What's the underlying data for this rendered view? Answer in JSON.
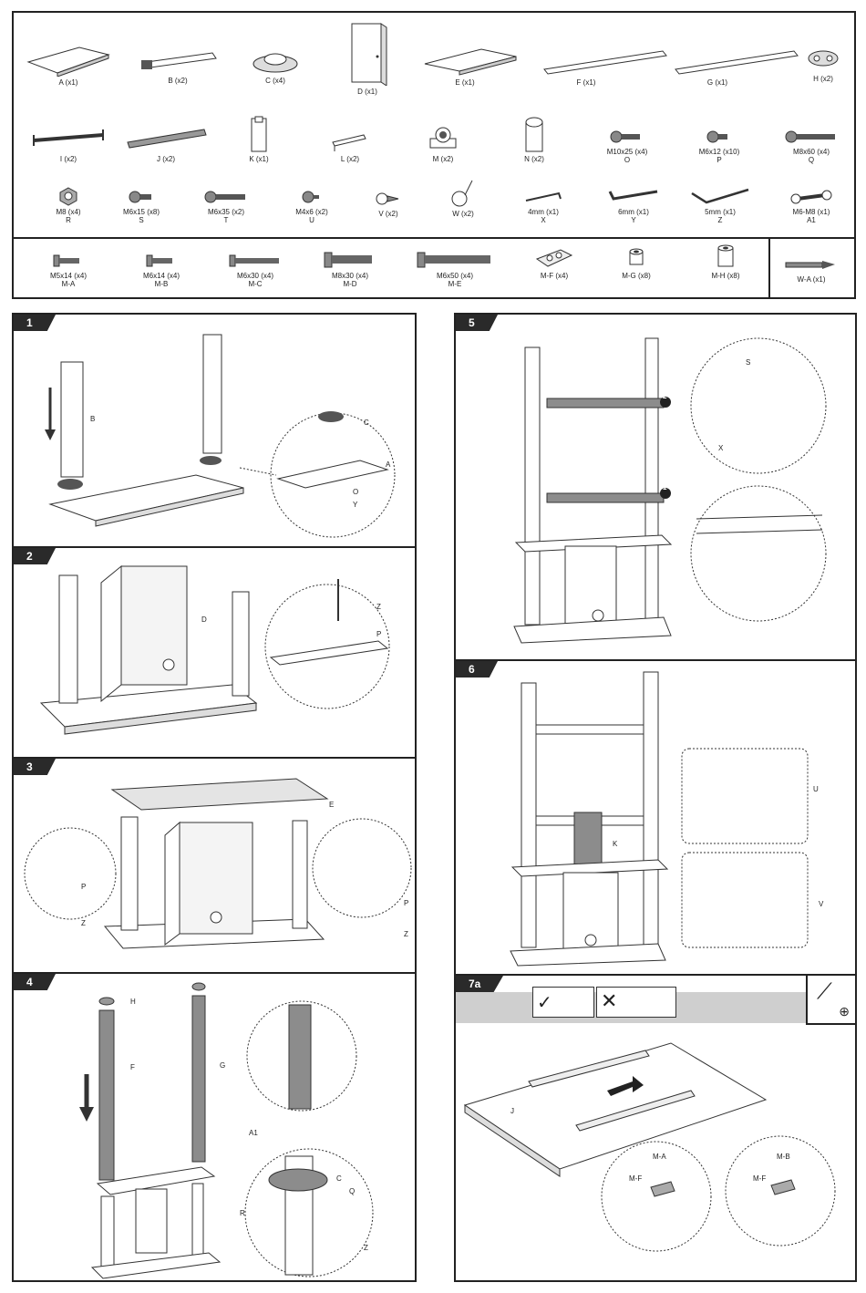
{
  "parts_top": [
    {
      "label": "A (x1)"
    },
    {
      "label": "B (x2)"
    },
    {
      "label": "C (x4)"
    },
    {
      "label": "D (x1)"
    },
    {
      "label": "E (x1)"
    },
    {
      "label": "F (x1)"
    },
    {
      "label": "G (x1)"
    },
    {
      "label": "H (x2)"
    },
    {
      "label": "I (x2)"
    },
    {
      "label": "J (x2)"
    },
    {
      "label": "K (x1)"
    },
    {
      "label": "L (x2)"
    },
    {
      "label": "M (x2)"
    },
    {
      "label": "N (x2)"
    },
    {
      "label": "M10x25 (x4)",
      "sub": "O"
    },
    {
      "label": "M6x12 (x10)",
      "sub": "P"
    },
    {
      "label": "M8x60 (x4)",
      "sub": "Q"
    },
    {
      "label": "M8 (x4)",
      "sub": "R"
    },
    {
      "label": "M6x15 (x8)",
      "sub": "S"
    },
    {
      "label": "M6x35 (x2)",
      "sub": "T"
    },
    {
      "label": "M4x6 (x2)",
      "sub": "U"
    },
    {
      "label": "V (x2)"
    },
    {
      "label": "W (x2)"
    },
    {
      "label": "4mm (x1)",
      "sub": "X"
    },
    {
      "label": "6mm (x1)",
      "sub": "Y"
    },
    {
      "label": "5mm (x1)",
      "sub": "Z"
    },
    {
      "label": "M6-M8 (x1)",
      "sub": "A1"
    }
  ],
  "parts_bottom": [
    {
      "label": "M5x14 (x4)",
      "sub": "M-A"
    },
    {
      "label": "M6x14 (x4)",
      "sub": "M-B"
    },
    {
      "label": "M6x30 (x4)",
      "sub": "M-C"
    },
    {
      "label": "M8x30 (x4)",
      "sub": "M-D"
    },
    {
      "label": "M6x50 (x4)",
      "sub": "M-E"
    },
    {
      "label": "M-F (x4)"
    },
    {
      "label": "M-G (x8)"
    },
    {
      "label": "M-H (x8)"
    },
    {
      "label": "W-A (x1)"
    }
  ],
  "steps": {
    "s1": {
      "num": "1",
      "callouts": [
        "B",
        "C",
        "A",
        "O",
        "Y"
      ]
    },
    "s2": {
      "num": "2",
      "callouts": [
        "D",
        "Z",
        "P"
      ]
    },
    "s3": {
      "num": "3",
      "callouts": [
        "E",
        "P",
        "Z",
        "P",
        "Z"
      ]
    },
    "s4": {
      "num": "4",
      "callouts": [
        "H",
        "F",
        "G",
        "A1",
        "C",
        "Q",
        "R",
        "Z"
      ]
    },
    "s5": {
      "num": "5",
      "callouts": [
        "S",
        "X"
      ],
      "markers": [
        "2",
        "1"
      ]
    },
    "s6": {
      "num": "6",
      "callouts": [
        "K",
        "U",
        "V"
      ]
    },
    "s7a": {
      "num": "7a",
      "callouts": [
        "J",
        "M-A",
        "M-F",
        "M-B",
        "M-F"
      ]
    }
  },
  "colors": {
    "ink": "#222222",
    "gray_part": "#8c8c8c",
    "panel_gray": "#cfcfcf"
  }
}
